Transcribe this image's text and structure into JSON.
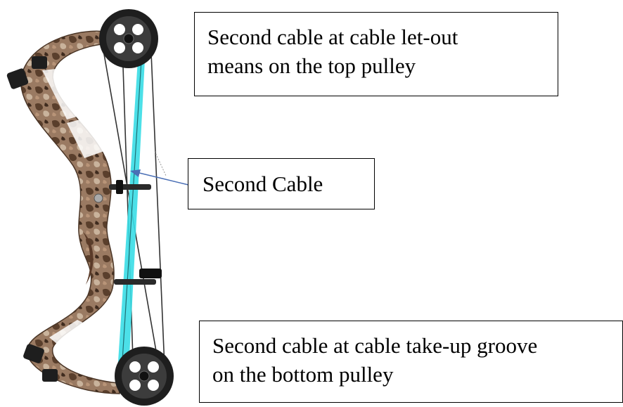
{
  "labels": {
    "top": {
      "line1": "Second cable at cable let-out",
      "line2": "means on the top pulley"
    },
    "middle": {
      "line1": "Second Cable"
    },
    "bottom": {
      "line1": "Second cable at cable take-up groove",
      "line2": "on the bottom pulley"
    }
  },
  "colors": {
    "highlight_cable": "#38dde6",
    "arrow": "#4a6fb5",
    "camo_base": "#8a6a55",
    "camo_dark": "#4a3526",
    "cam_dark": "#1e1e1e"
  }
}
